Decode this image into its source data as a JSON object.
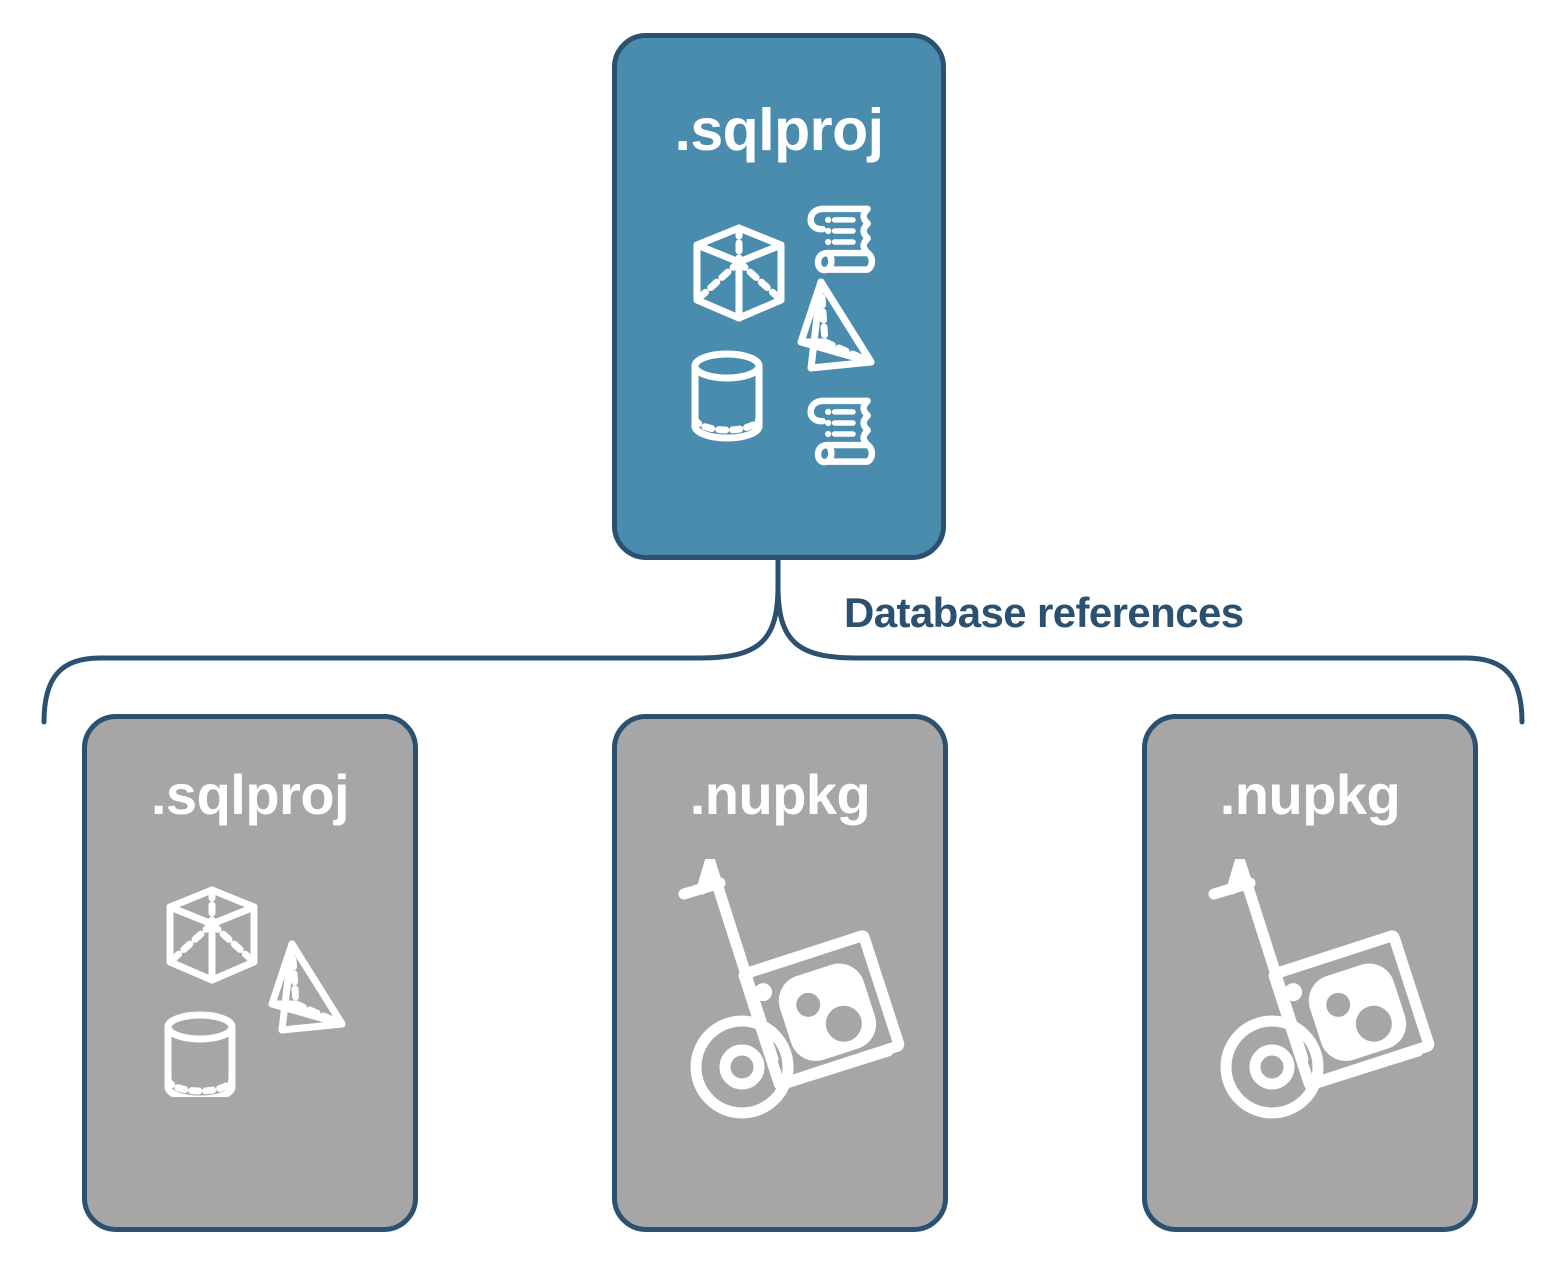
{
  "diagram": {
    "title": "Database references diagram",
    "background_color": "#FFFFFF",
    "accent_color": "#4A8CAE",
    "border_color": "#2B5070",
    "neutral_color": "#A6A6A6",
    "text_on_box_color": "#FFFFFF"
  },
  "connector": {
    "label": "Database references",
    "style": "curly-brace",
    "color": "#2B5070",
    "label_color": "#2B5070"
  },
  "nodes": {
    "root": {
      "label": ".sqlproj",
      "fill": "#4A8CAE",
      "icons": [
        "cube-icon",
        "pyramid-icon",
        "cylinder-icon",
        "scroll-icon",
        "scroll-icon"
      ]
    },
    "children": [
      {
        "label": ".sqlproj",
        "fill": "#A6A6A6",
        "icons": [
          "cube-icon",
          "pyramid-icon",
          "cylinder-icon"
        ]
      },
      {
        "label": ".nupkg",
        "fill": "#A6A6A6",
        "icons": [
          "hand-truck-icon",
          "nuget-package-icon"
        ]
      },
      {
        "label": ".nupkg",
        "fill": "#A6A6A6",
        "icons": [
          "hand-truck-icon",
          "nuget-package-icon"
        ]
      }
    ]
  }
}
